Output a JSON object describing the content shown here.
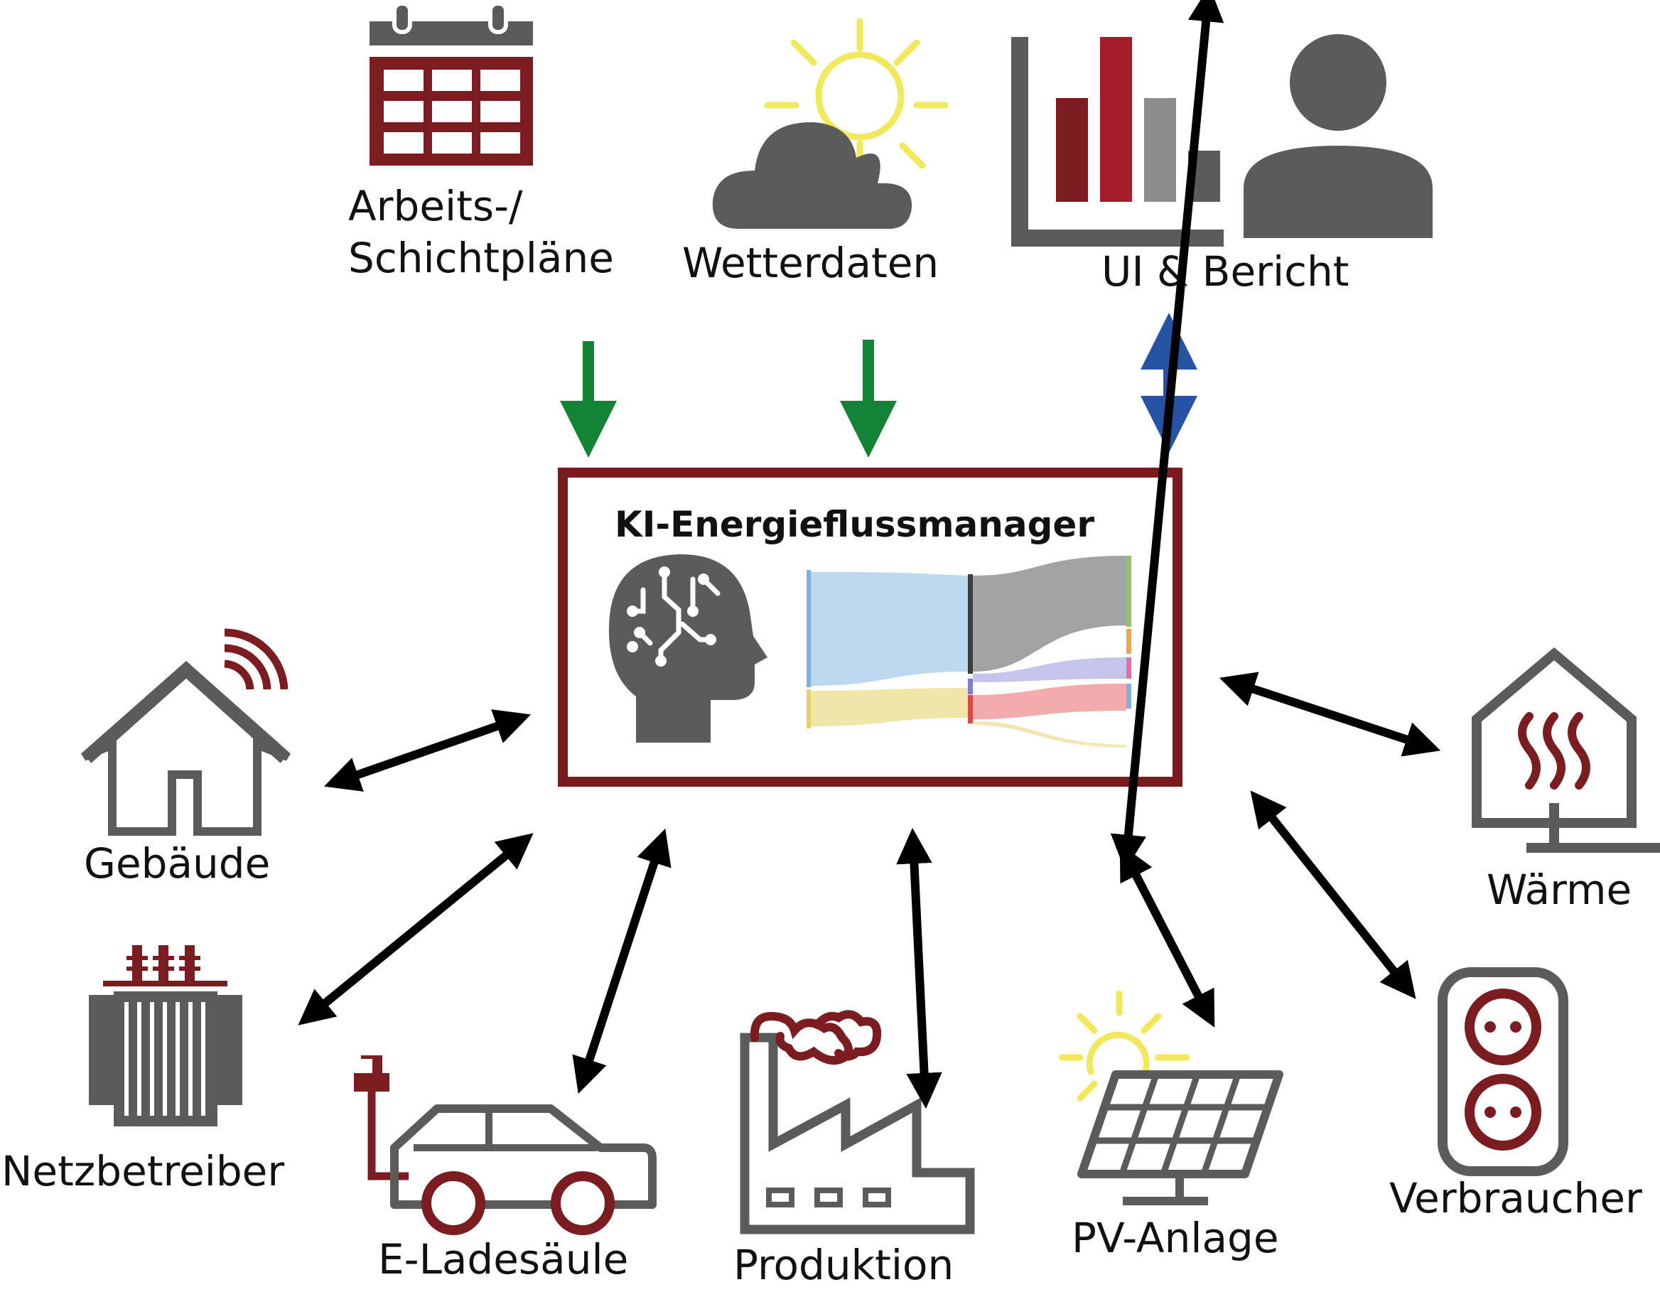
{
  "center": {
    "title": "KI-Energieflussmanager"
  },
  "inputs": {
    "schedules": {
      "line1": "Arbeits-/",
      "line2": "Schichtpläne"
    },
    "weather": {
      "label": "Wetterdaten"
    },
    "ui_report": {
      "label": "UI & Bericht"
    }
  },
  "nodes": {
    "building": {
      "label": "Gebäude"
    },
    "grid_operator": {
      "label": "Netzbetreiber"
    },
    "ev_charger": {
      "label": "E-Ladesäule"
    },
    "production": {
      "label": "Produktion"
    },
    "pv": {
      "label": "PV-Anlage"
    },
    "consumer": {
      "label": "Verbraucher"
    },
    "heat": {
      "label": "Wärme"
    }
  },
  "colors": {
    "frame": "#7a1a1e",
    "dark_red": "#7b1c20",
    "red": "#a31d2b",
    "gray": "#5b5b5b",
    "light_gray": "#8c8c8c",
    "sun": "#f2e85c",
    "green": "#138436",
    "blue": "#2653a3",
    "black": "#000000"
  }
}
